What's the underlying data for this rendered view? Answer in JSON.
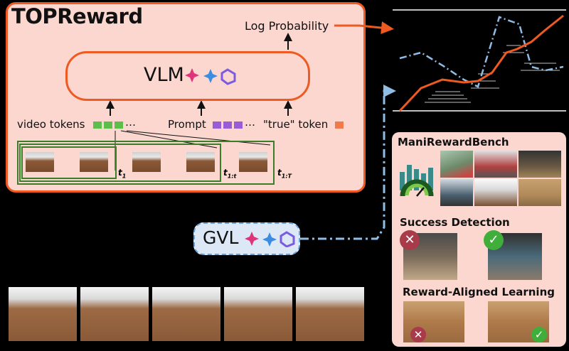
{
  "top_panel": {
    "title": "TOPReward",
    "log_probability": "Log Probability",
    "vlm_label": "VLM",
    "video_tokens": "video tokens",
    "prompt": "Prompt",
    "true_token": "\"true\" token",
    "ellipsis": "…",
    "t_labels": {
      "t1_base": "t",
      "t1_sub": "1",
      "t1t_base": "t",
      "t1t_sub": "1:t",
      "t1T_base": "t",
      "t1T_sub": "1:T"
    }
  },
  "gvl": {
    "label": "GVL"
  },
  "right_panel": {
    "manireward_title": "ManiRewardBench",
    "success_title": "Success Detection",
    "reward_title": "Reward-Aligned Learning"
  },
  "colors": {
    "accent_orange": "#ee5a22",
    "panel_bg": "#fbd7cf",
    "token_green": "#5cbf4a",
    "token_purple": "#9a5bd6",
    "token_orange": "#f07a4a",
    "frame_green": "#3a7d2a",
    "dash_blue": "#8fbde6",
    "fail_red": "#a83a4a",
    "success_green": "#3fae3a"
  },
  "icons": [
    "arrow-up-icon",
    "gemini-icon",
    "star-icon",
    "meta-icon",
    "gauge-icon",
    "cross-icon",
    "check-icon"
  ]
}
